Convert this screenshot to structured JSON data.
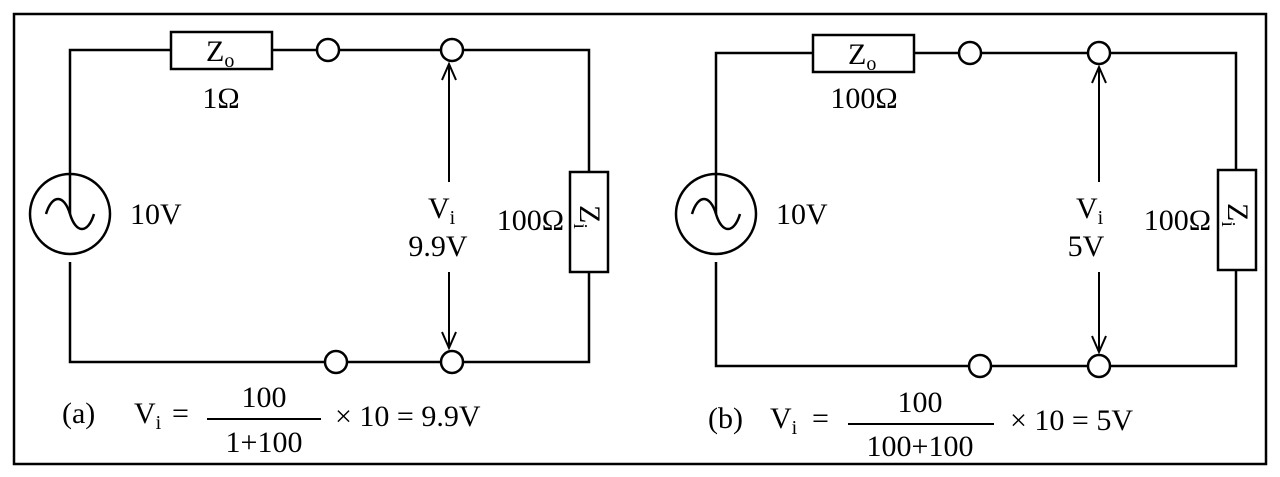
{
  "figure_a": {
    "zo_label": "Z",
    "zo_sub": "o",
    "zo_value": "1Ω",
    "source_voltage": "10V",
    "vi_label": "V",
    "vi_sub": "i",
    "vi_value": "9.9V",
    "zi_value": "100Ω",
    "zi_label": "Z",
    "zi_sub": "i",
    "eq_tag": "(a)",
    "eq_lhs": "V",
    "eq_lhs_sub": "i",
    "eq_equals": "=",
    "eq_numerator": "100",
    "eq_denominator": "1+100",
    "eq_rhs": "× 10 = 9.9V"
  },
  "figure_b": {
    "zo_label": "Z",
    "zo_sub": "o",
    "zo_value": "100Ω",
    "source_voltage": "10V",
    "vi_label": "V",
    "vi_sub": "i",
    "vi_value": "5V",
    "zi_value": "100Ω",
    "zi_label": "Z",
    "zi_sub": "i",
    "eq_tag": "(b)",
    "eq_lhs": "V",
    "eq_lhs_sub": "i",
    "eq_equals": "=",
    "eq_numerator": "100",
    "eq_denominator": "100+100",
    "eq_rhs": "× 10 = 5V"
  }
}
